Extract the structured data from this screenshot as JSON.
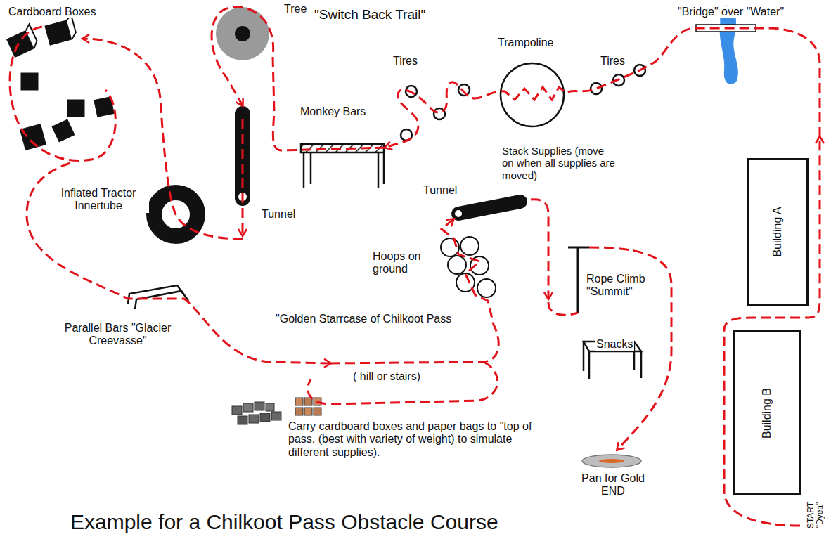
{
  "diagram": {
    "title": "Example for a Chilkoot Pass Obstacle Course",
    "nodes": [
      {
        "text": [
          "Building A"
        ]
      },
      {
        "text": [
          "Building B"
        ]
      }
    ],
    "labels": [
      "Cardboard Boxes",
      "Tree",
      "\"Switch Back Trail\"",
      "Tires",
      "Trampoline",
      "Tires",
      "\"Bridge\" over \"Water\"",
      "Monkey Bars",
      "Stack Supplies (move on when all supplies are moved)",
      "Tunnel",
      "Inflated Tractor Innertube",
      "Tunnel",
      "Hoops on ground",
      "Rope Climb \"Summit\"",
      "Parallel Bars \"Glacier Creevasse\"",
      "\"Golden Starrcase of Chilkoot Pass",
      "( hill or stairs)",
      "Snacks",
      "Carry cardboard boxes and paper bags to \"top of pass. (best with variety of weight) to simulate different supplies).",
      "Pan for Gold END",
      "START \"Dyea\""
    ]
  }
}
